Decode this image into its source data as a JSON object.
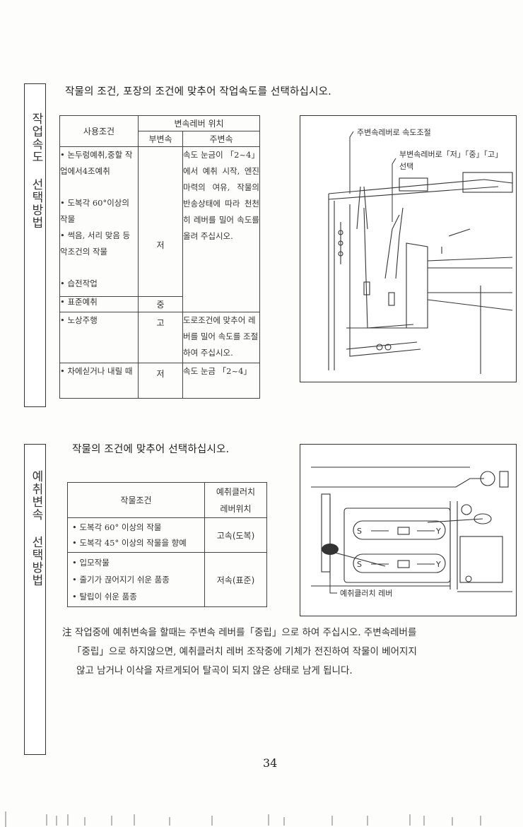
{
  "section1": {
    "side_title": "작업속도 선택방법",
    "intro": "작물의 조건, 포장의 조건에 맞추어 작업속도를 선택하십시오.",
    "table": {
      "col_condition": "사용조건",
      "col_lever_position": "변속레버 위치",
      "col_sub": "부변속",
      "col_main": "주변속",
      "rows": [
        {
          "conditions": [
            "논두렁예취,중할 작업에서4조예취",
            "도복각 60°이상의 작물",
            "썩음, 서리 맞음 등 악조건의 작물",
            "습전작업"
          ],
          "sub": "저",
          "main": "속도 눈금이 「2~4」에서 예취 시작, 엔진 마력의 여유, 작물의 반송상태에 따라 천천히 레버를 밀어 속도를 올려 주십시오."
        },
        {
          "conditions": [
            "표준예취"
          ],
          "sub": "중",
          "main": ""
        },
        {
          "conditions": [
            "노상주행"
          ],
          "sub": "고",
          "main": "도로조건에 맞추어 레버를 밀어 속도를 조절하여 주십시오."
        },
        {
          "conditions": [
            "차에싣거나 내릴 때"
          ],
          "sub": "저",
          "main": "속도 눈금 「2~4」"
        }
      ]
    },
    "figure": {
      "callout_main": "주변속레버로 속도조절",
      "callout_sub_line1": "부변속레버로「저」「중」「고」",
      "callout_sub_line2": "선택"
    }
  },
  "section2": {
    "side_title": "예취변속 선택방법",
    "intro": "작물의 조건에 맞추어 선택하십시오.",
    "table": {
      "col_condition": "작물조건",
      "col_lever_line1": "예취클러치",
      "col_lever_line2": "레버위치",
      "rows": [
        {
          "conditions": [
            "도복각 60° 이상의 작물",
            "도복각 45° 이상의 작물을 향예"
          ],
          "position": "고속(도복)"
        },
        {
          "conditions": [
            "입모작물",
            "줄기가 끊어지기 쉬운 품종",
            "탈립이 쉬운 품종"
          ],
          "position": "저속(표준)"
        }
      ]
    },
    "figure": {
      "callout": "예취클러치 레버",
      "label_s": "S",
      "label_y": "Y"
    }
  },
  "note": {
    "line1": "注 작업중에 예취변속을 할때는 주변속 레버를「중립」으로 하여 주십시오. 주변속레버를",
    "line2": "「중립」으로 하지않으면, 예취클러치 레버 조작중에 기체가 전진하여 작물이 베어지지",
    "line3": "않고 남거나 이삭을 자르게되어 탈곡이 되지 않은 상태로 남게 됩니다."
  },
  "page_number": "34"
}
